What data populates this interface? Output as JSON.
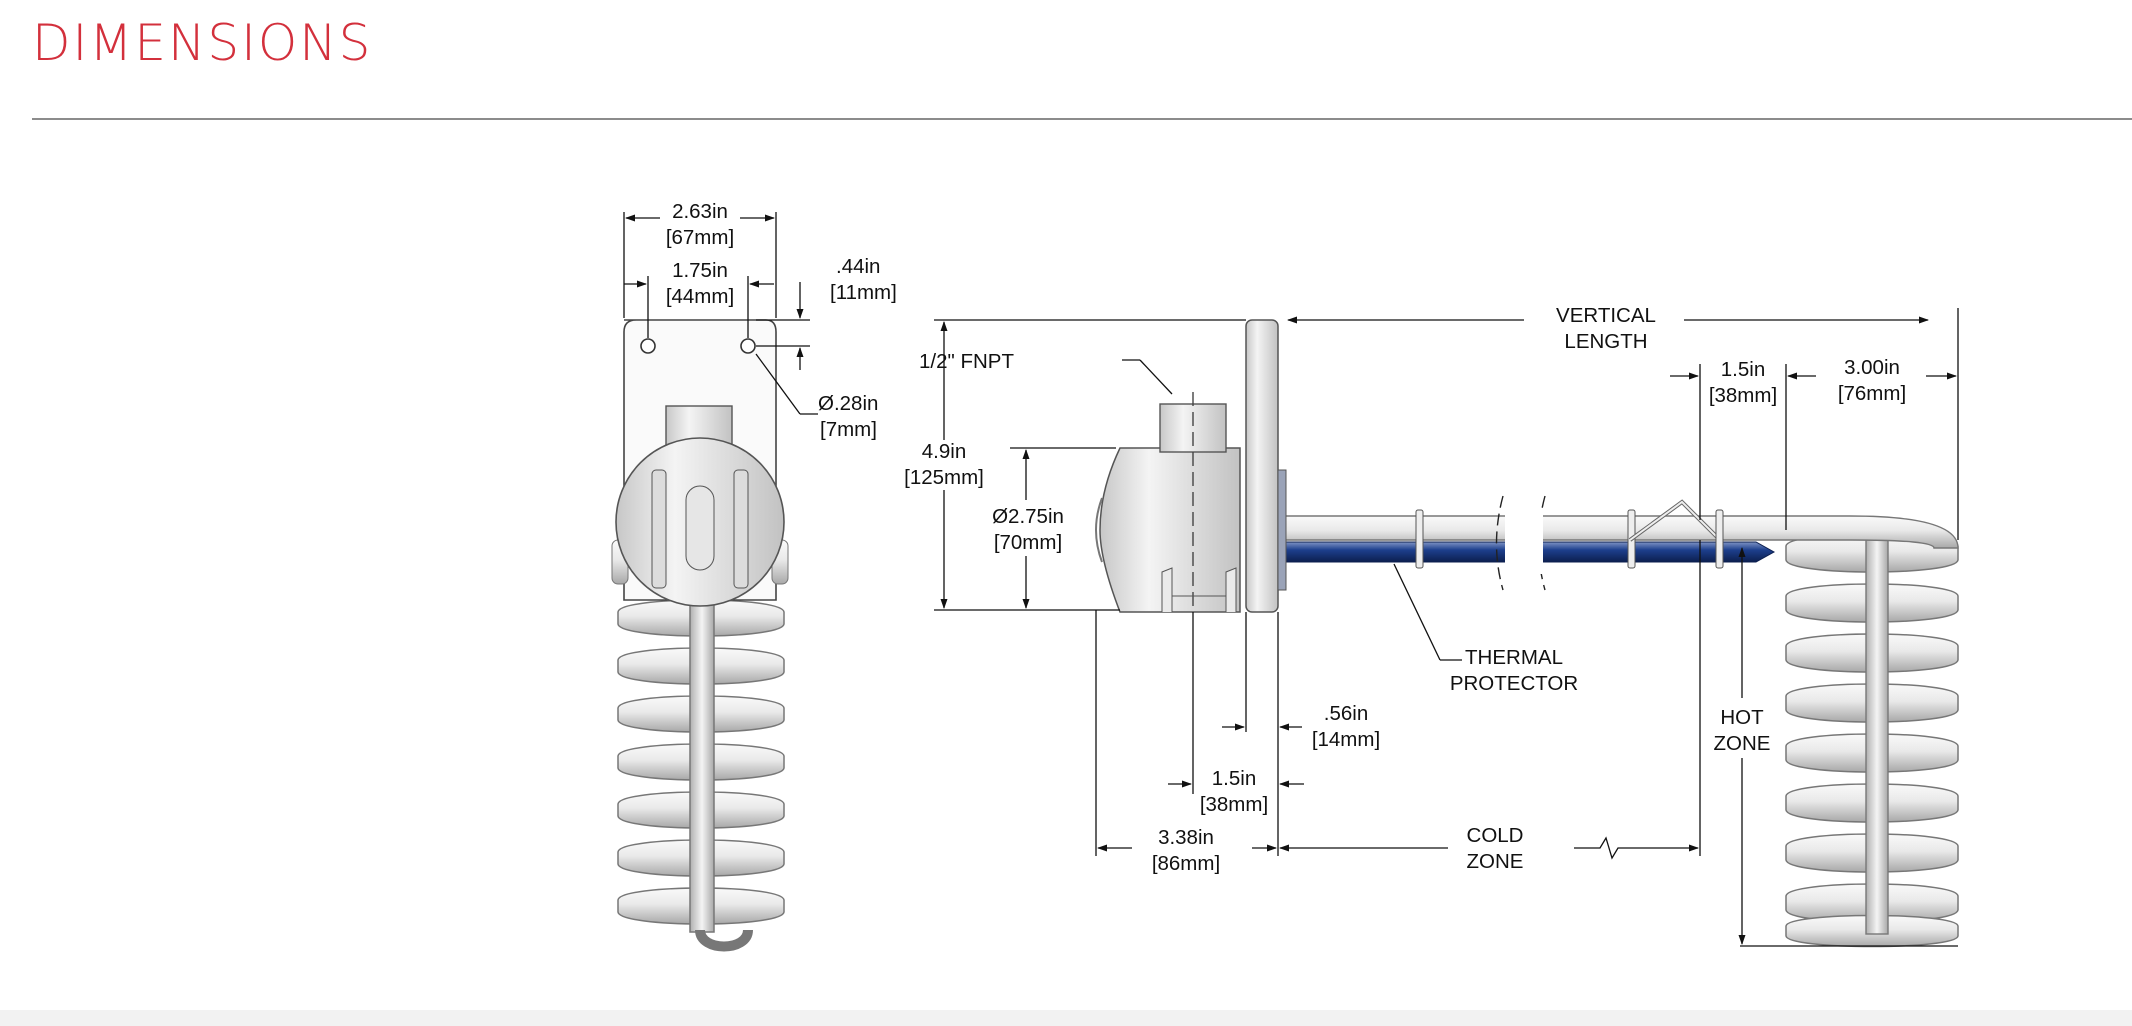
{
  "page": {
    "title": "DIMENSIONS"
  },
  "dims": {
    "width_outer_in": "2.63in",
    "width_outer_mm": "[67mm]",
    "hole_spacing_in": "1.75in",
    "hole_spacing_mm": "[44mm]",
    "hole_offset_in": ".44in",
    "hole_offset_mm": "[11mm]",
    "hole_dia_in": "Ø.28in",
    "hole_dia_mm": "[7mm]",
    "height_in": "4.9in",
    "height_mm": "[125mm]",
    "head_dia_in": "Ø2.75in",
    "head_dia_mm": "[70mm]",
    "fnpt": "1/2\" FNPT",
    "vertical_length_1": "VERTICAL",
    "vertical_length_2": "LENGTH",
    "coil_offset_in": "1.5in",
    "coil_offset_mm": "[38mm]",
    "coil_dia_in": "3.00in",
    "coil_dia_mm": "[76mm]",
    "thermal_1": "THERMAL",
    "thermal_2": "PROTECTOR",
    "hot_1": "HOT",
    "hot_2": "ZONE",
    "flange_in": ".56in",
    "flange_mm": "[14mm]",
    "port_in": "1.5in",
    "port_mm": "[38mm]",
    "head_len_in": "3.38in",
    "head_len_mm": "[86mm]",
    "cold_1": "COLD",
    "cold_2": "ZONE"
  }
}
